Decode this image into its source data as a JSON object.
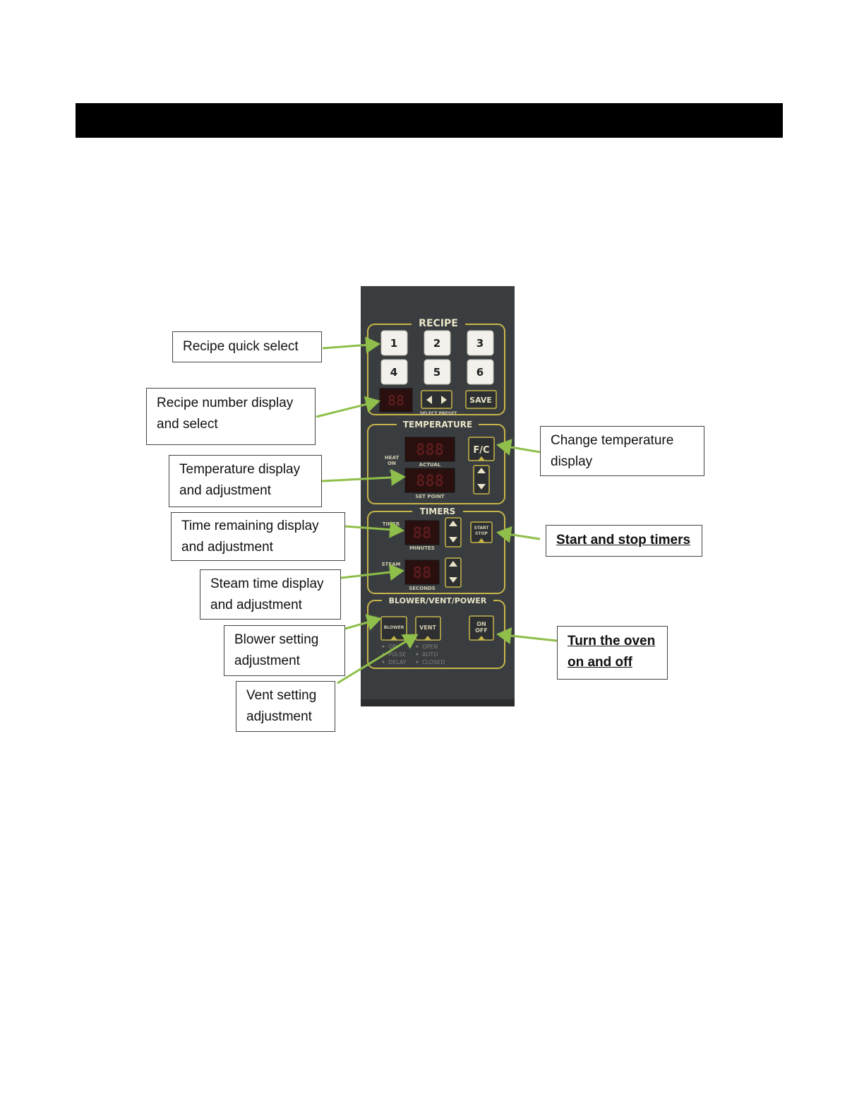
{
  "callouts": {
    "recipe_quick_select": "Recipe quick select",
    "recipe_number_display_line1": "Recipe number display",
    "recipe_number_display_line2": "and select",
    "temperature_display_line1": "Temperature display",
    "temperature_display_line2": "and adjustment",
    "time_remaining_line1": "Time remaining display",
    "time_remaining_line2": "and adjustment",
    "steam_time_line1": "Steam time display",
    "steam_time_line2": "and adjustment",
    "blower_setting_line1": "Blower setting",
    "blower_setting_line2": "adjustment",
    "vent_setting_line1": "Vent setting",
    "vent_setting_line2": "adjustment",
    "change_temperature_line1": "Change temperature",
    "change_temperature_line2": "display",
    "start_stop_timers": "Start and stop timers",
    "turn_oven_line1": "Turn the oven",
    "turn_oven_line2": "on and off"
  },
  "panel": {
    "recipe_title": "RECIPE",
    "recipe_keys": [
      "1",
      "2",
      "3",
      "4",
      "5",
      "6"
    ],
    "save_label": "SAVE",
    "select_preset_label": "SELECT PRESET",
    "temperature_title": "TEMPERATURE",
    "heat_on_label_1": "HEAT",
    "heat_on_label_2": "ON",
    "fc_label": "F/C",
    "actual_label": "ACTUAL",
    "set_point_label": "SET POINT",
    "timers_title": "TIMERS",
    "timer_label": "TIMER",
    "minutes_label": "MINUTES",
    "start_label": "START",
    "stop_label": "STOP",
    "steam_label": "STEAM",
    "seconds_label": "SECONDS",
    "bvp_title": "BLOWER/VENT/POWER",
    "blower_label": "BLOWER",
    "vent_label": "VENT",
    "on_label": "ON",
    "off_label": "OFF",
    "blower_options": [
      "ON",
      "PULSE",
      "DELAY"
    ],
    "vent_options": [
      "OPEN",
      "AUTO",
      "CLOSED"
    ]
  },
  "colors": {
    "panel_bg": "#3a3d3f",
    "panel_outline": "#c7b54a",
    "arrow": "#8fbf4a",
    "led_bg": "#2a0f0f",
    "key_bg": "#f2f1ec"
  }
}
